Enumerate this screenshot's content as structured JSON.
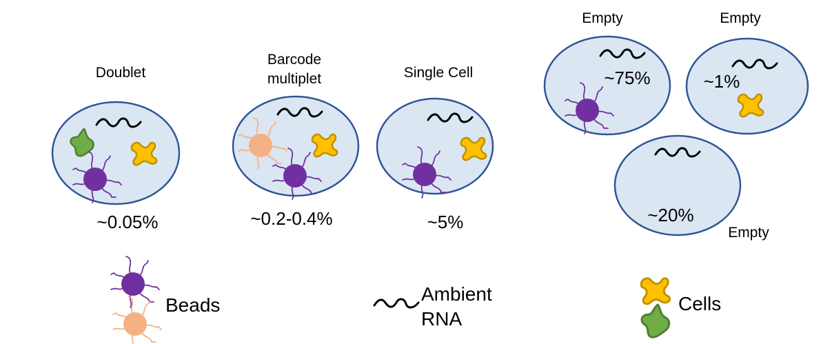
{
  "droplets": {
    "doublet": {
      "title": "Doublet",
      "percent": "~0.05%"
    },
    "multiplet": {
      "title_line1": "Barcode",
      "title_line2": "multiplet",
      "percent": "~0.2-0.4%"
    },
    "single": {
      "title": "Single Cell",
      "percent": "~5%"
    },
    "empty_bead": {
      "title": "Empty",
      "percent": "~75%"
    },
    "empty_cell": {
      "title": "Empty",
      "percent": "~1%"
    },
    "empty_none": {
      "title": "Empty",
      "percent": "~20%"
    }
  },
  "legend": {
    "beads": "Beads",
    "ambient_line1": "Ambient",
    "ambient_line2": "RNA",
    "cells": "Cells"
  },
  "colors": {
    "droplet_fill": "#dbe6f3",
    "droplet_stroke": "#2f5596",
    "bead_purple": "#7030a0",
    "bead_peach": "#f4b183",
    "cell_yellow": "#ffc000",
    "cell_yellow_stroke": "#bf9000",
    "cell_green": "#70ad47",
    "cell_green_stroke": "#507e32"
  }
}
